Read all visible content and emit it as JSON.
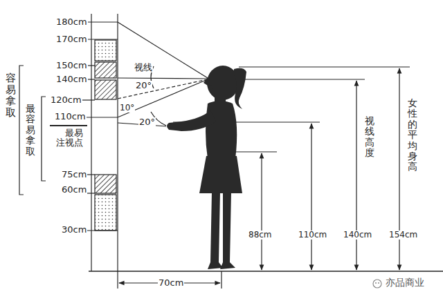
{
  "diagram": {
    "labels": [
      "180cm",
      "170cm",
      "150cm",
      "140cm",
      "120cm",
      "110cm",
      "75cm",
      "60cm",
      "30cm",
      "视线",
      "20°",
      "10°",
      "20°",
      "最易注视点",
      "容易拿取",
      "最容易拿取",
      "88cm",
      "110cm",
      "140cm",
      "154cm",
      "视线高度",
      "女性的平均身高",
      "70cm",
      "亦品商业"
    ]
  }
}
